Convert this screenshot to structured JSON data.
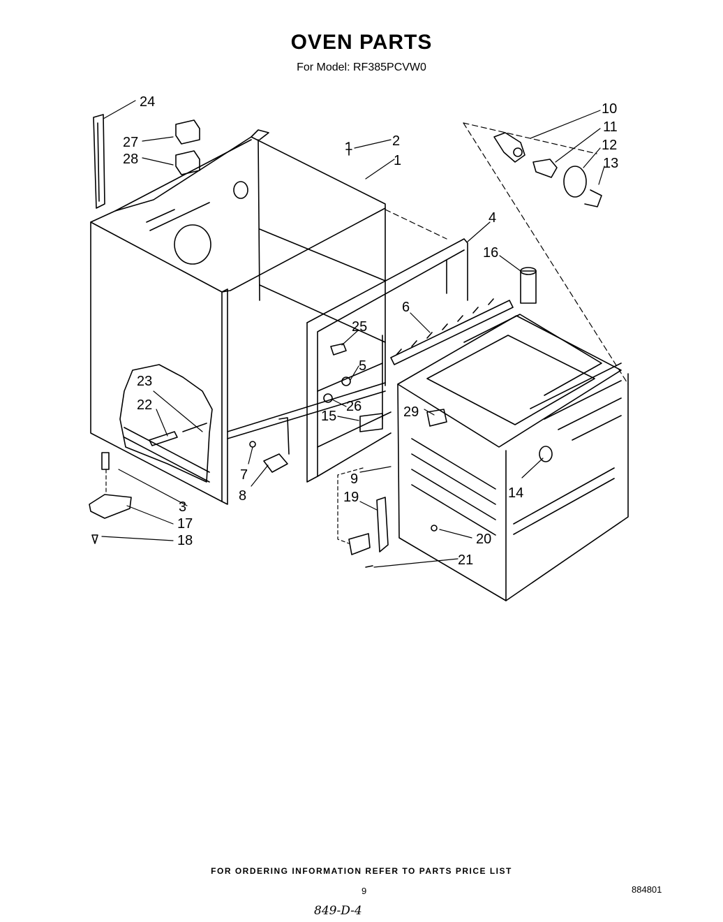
{
  "title": "OVEN PARTS",
  "subtitle": "For Model: RF385PCVW0",
  "callouts": {
    "c1": "1",
    "c2": "2",
    "c3": "3",
    "c4": "4",
    "c5": "5",
    "c6": "6",
    "c7": "7",
    "c8": "8",
    "c9": "9",
    "c10": "10",
    "c11": "11",
    "c12": "12",
    "c13": "13",
    "c14": "14",
    "c15": "15",
    "c16": "16",
    "c17": "17",
    "c18": "18",
    "c19": "19",
    "c20": "20",
    "c21": "21",
    "c22": "22",
    "c23": "23",
    "c24": "24",
    "c25": "25",
    "c26": "26",
    "c27": "27",
    "c28": "28",
    "c29": "29"
  },
  "footer": "FOR ORDERING INFORMATION REFER TO PARTS PRICE LIST",
  "page_number": "9",
  "document_number": "884801",
  "handwritten_note": "849-D-4"
}
